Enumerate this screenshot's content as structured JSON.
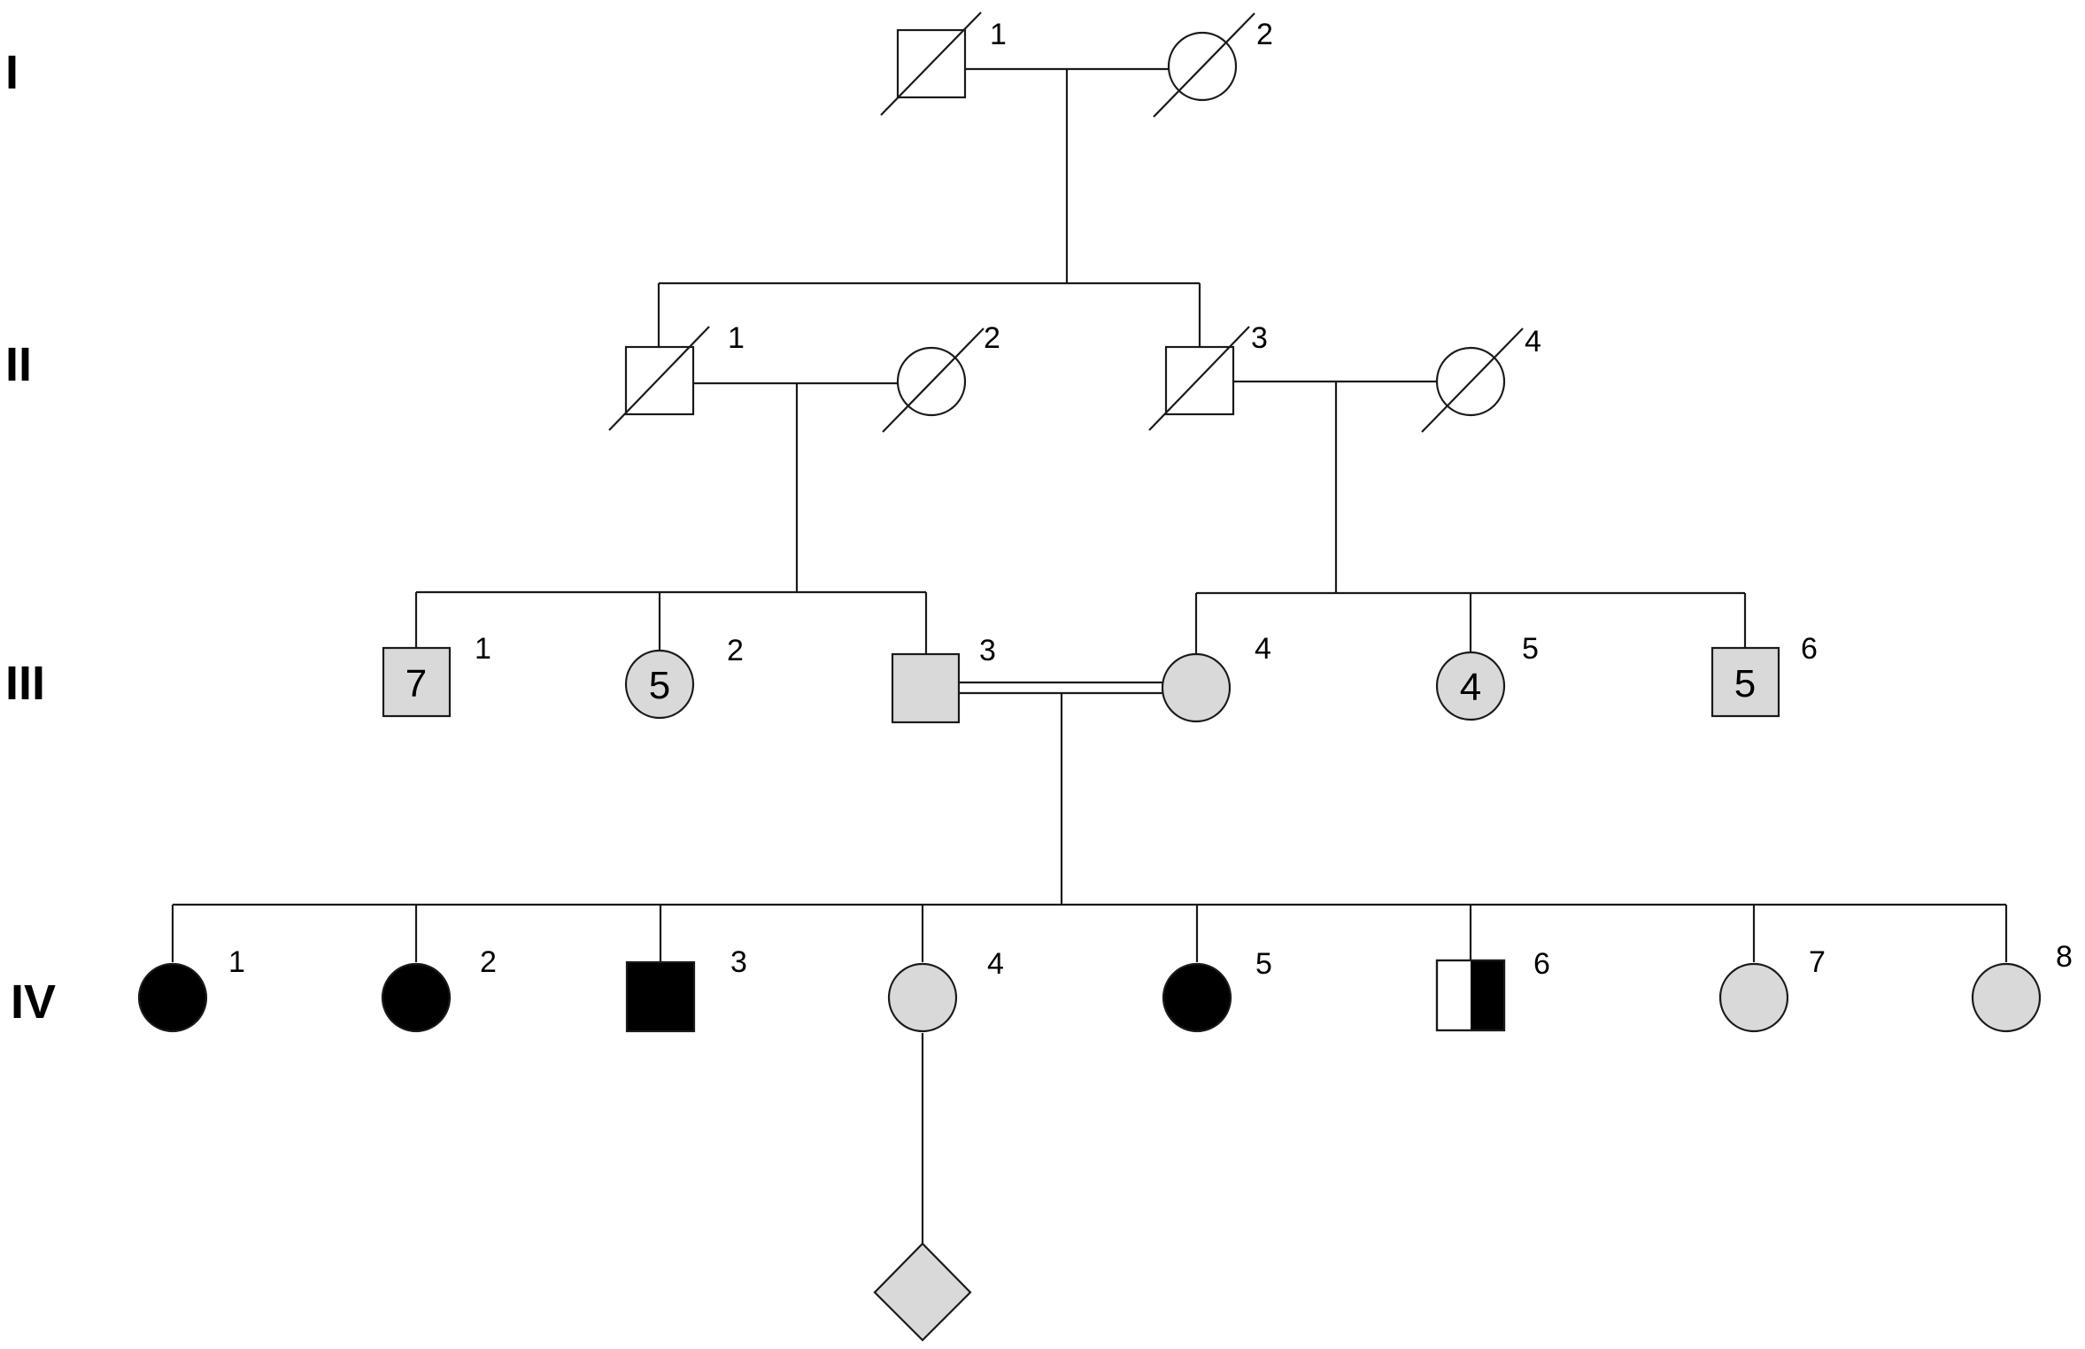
{
  "generations": {
    "I": "I",
    "II": "II",
    "III": "III",
    "IV": "IV"
  },
  "individuals": {
    "I_1": {
      "label": "1",
      "sex": "male",
      "status": "deceased"
    },
    "I_2": {
      "label": "2",
      "sex": "female",
      "status": "deceased"
    },
    "II_1": {
      "label": "1",
      "sex": "male",
      "status": "deceased"
    },
    "II_2": {
      "label": "2",
      "sex": "female",
      "status": "deceased"
    },
    "II_3": {
      "label": "3",
      "sex": "male",
      "status": "deceased"
    },
    "II_4": {
      "label": "4",
      "sex": "female",
      "status": "deceased"
    },
    "III_1": {
      "label": "1",
      "sex": "male",
      "status": "carrier",
      "count": "7"
    },
    "III_2": {
      "label": "2",
      "sex": "female",
      "status": "carrier",
      "count": "5"
    },
    "III_3": {
      "label": "3",
      "sex": "male",
      "status": "carrier"
    },
    "III_4": {
      "label": "4",
      "sex": "female",
      "status": "carrier"
    },
    "III_5": {
      "label": "5",
      "sex": "female",
      "status": "carrier",
      "count": "4"
    },
    "III_6": {
      "label": "6",
      "sex": "male",
      "status": "carrier",
      "count": "5"
    },
    "IV_1": {
      "label": "1",
      "sex": "female",
      "status": "affected"
    },
    "IV_2": {
      "label": "2",
      "sex": "female",
      "status": "affected"
    },
    "IV_3": {
      "label": "3",
      "sex": "male",
      "status": "affected"
    },
    "IV_4": {
      "label": "4",
      "sex": "female",
      "status": "carrier"
    },
    "IV_5": {
      "label": "5",
      "sex": "female",
      "status": "affected"
    },
    "IV_6": {
      "label": "6",
      "sex": "male",
      "status": "half-affected"
    },
    "IV_7": {
      "label": "7",
      "sex": "female",
      "status": "carrier"
    },
    "IV_8": {
      "label": "8",
      "sex": "female",
      "status": "carrier"
    },
    "V_1": {
      "sex": "unknown",
      "status": "carrier"
    }
  },
  "colors": {
    "line": "#1a1a1a",
    "unaffected": "#ffffff",
    "carrier": "#d9d9d9",
    "affected": "#000000"
  }
}
